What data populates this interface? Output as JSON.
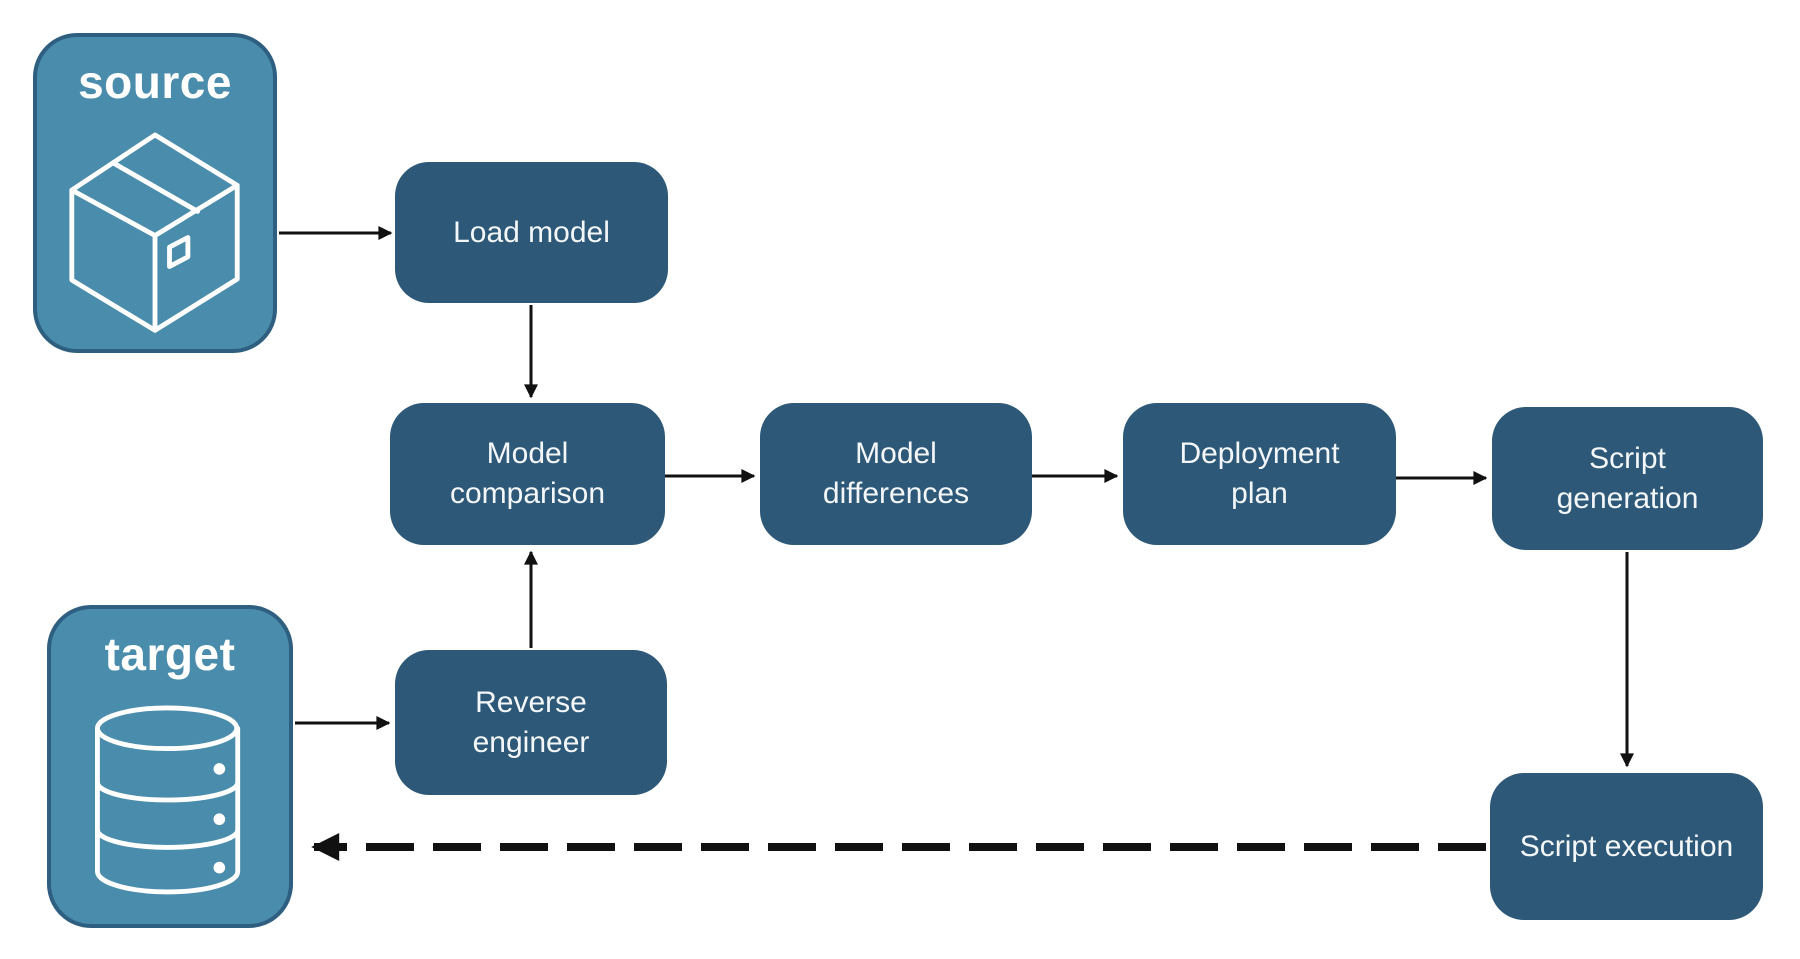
{
  "diagram": {
    "entities": {
      "source": {
        "label": "source",
        "icon": "package-icon"
      },
      "target": {
        "label": "target",
        "icon": "database-icon"
      }
    },
    "nodes": {
      "load_model": {
        "label": "Load model"
      },
      "model_comparison": {
        "label": "Model comparison"
      },
      "model_differences": {
        "label": "Model differences"
      },
      "deployment_plan": {
        "label": "Deployment plan"
      },
      "script_generation": {
        "label": "Script generation"
      },
      "reverse_engineer": {
        "label": "Reverse engineer"
      },
      "script_execution": {
        "label": "Script execution"
      }
    },
    "edges": [
      {
        "from": "source",
        "to": "load_model",
        "style": "solid"
      },
      {
        "from": "load_model",
        "to": "model_comparison",
        "style": "solid"
      },
      {
        "from": "model_comparison",
        "to": "model_differences",
        "style": "solid"
      },
      {
        "from": "model_differences",
        "to": "deployment_plan",
        "style": "solid"
      },
      {
        "from": "deployment_plan",
        "to": "script_generation",
        "style": "solid"
      },
      {
        "from": "script_generation",
        "to": "script_execution",
        "style": "solid"
      },
      {
        "from": "target",
        "to": "reverse_engineer",
        "style": "solid"
      },
      {
        "from": "reverse_engineer",
        "to": "model_comparison",
        "style": "solid"
      },
      {
        "from": "script_execution",
        "to": "target",
        "style": "dashed"
      }
    ],
    "colors": {
      "node_fill": "#2D5878",
      "entity_fill": "#4A8CAB",
      "entity_border": "#2E5F80",
      "text": "#F4F7F9",
      "arrow": "#111111"
    }
  }
}
